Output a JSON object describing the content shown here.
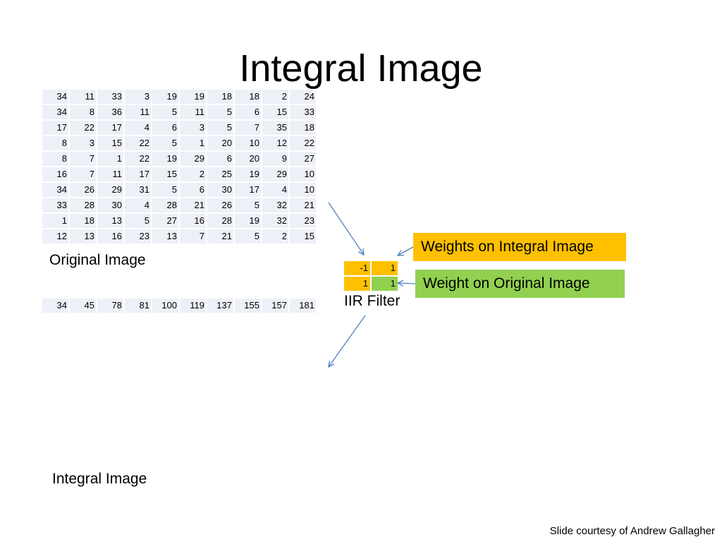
{
  "title": "Integral Image",
  "original_image": {
    "label": "Original Image",
    "rows": [
      [
        "34",
        "11",
        "33",
        "3",
        "19",
        "19",
        "18",
        "18",
        "2",
        "24"
      ],
      [
        "34",
        "8",
        "36",
        "11",
        "5",
        "11",
        "5",
        "6",
        "15",
        "33"
      ],
      [
        "17",
        "22",
        "17",
        "4",
        "6",
        "3",
        "5",
        "7",
        "35",
        "18"
      ],
      [
        "8",
        "3",
        "15",
        "22",
        "5",
        "1",
        "20",
        "10",
        "12",
        "22"
      ],
      [
        "8",
        "7",
        "1",
        "22",
        "19",
        "29",
        "6",
        "20",
        "9",
        "27"
      ],
      [
        "16",
        "7",
        "11",
        "17",
        "15",
        "2",
        "25",
        "19",
        "29",
        "10"
      ],
      [
        "34",
        "26",
        "29",
        "31",
        "5",
        "6",
        "30",
        "17",
        "4",
        "10"
      ],
      [
        "33",
        "28",
        "30",
        "4",
        "28",
        "21",
        "26",
        "5",
        "32",
        "21"
      ],
      [
        "1",
        "18",
        "13",
        "5",
        "27",
        "16",
        "28",
        "19",
        "32",
        "23"
      ],
      [
        "12",
        "13",
        "16",
        "23",
        "13",
        "7",
        "21",
        "5",
        "2",
        "15"
      ]
    ]
  },
  "integral_image": {
    "label": "Integral Image",
    "rows": [
      [
        "34",
        "45",
        "78",
        "81",
        "100",
        "119",
        "137",
        "155",
        "157",
        "181"
      ]
    ]
  },
  "iir_filter": {
    "label": "IIR Filter",
    "cells": [
      [
        {
          "value": "-1",
          "color": "#ffc000"
        },
        {
          "value": "1",
          "color": "#ffc000"
        }
      ],
      [
        {
          "value": "1",
          "color": "#ffc000"
        },
        {
          "value": "1",
          "color": "#92d050"
        }
      ]
    ]
  },
  "callouts": {
    "integral_weights": {
      "text": "Weights on Integral Image",
      "color": "#ffc000"
    },
    "original_weight": {
      "text": "Weight on Original Image",
      "color": "#92d050"
    }
  },
  "credit": "Slide courtesy of Andrew Gallagher",
  "colors": {
    "cell_bg": "#eef0f8",
    "arrow": "#4f81bd"
  }
}
